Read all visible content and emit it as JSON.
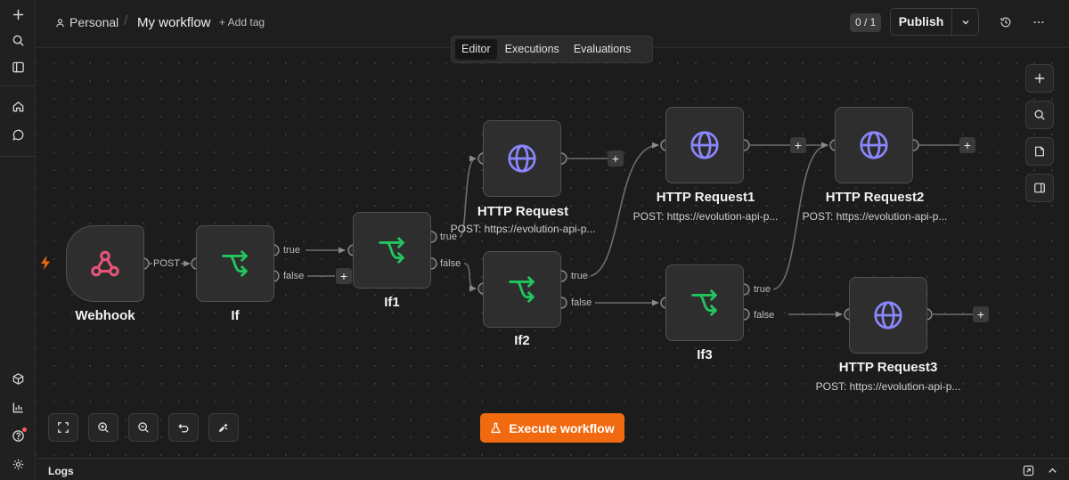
{
  "header": {
    "project": "Personal",
    "workflow_name": "My workflow",
    "add_tag": "+ Add tag",
    "version_counter": "0 / 1",
    "publish_label": "Publish"
  },
  "tabs": [
    "Editor",
    "Executions",
    "Evaluations"
  ],
  "active_tab": "Editor",
  "nodes": {
    "webhook": {
      "title": "Webhook",
      "port_label": "POST"
    },
    "if": {
      "title": "If",
      "true_label": "true",
      "false_label": "false"
    },
    "if1": {
      "title": "If1",
      "true_label": "true",
      "false_label": "false"
    },
    "if2": {
      "title": "If2",
      "true_label": "true",
      "false_label": "false"
    },
    "if3": {
      "title": "If3",
      "true_label": "true",
      "false_label": "false"
    },
    "http": {
      "title": "HTTP Request",
      "subtitle": "POST: https://evolution-api-p..."
    },
    "http1": {
      "title": "HTTP Request1",
      "subtitle": "POST: https://evolution-api-p..."
    },
    "http2": {
      "title": "HTTP Request2",
      "subtitle": "POST: https://evolution-api-p..."
    },
    "http3": {
      "title": "HTTP Request3",
      "subtitle": "POST: https://evolution-api-p..."
    }
  },
  "add_connection_symbol": "+",
  "execute_label": "Execute workflow",
  "logs_label": "Logs",
  "colors": {
    "accent_orange": "#f26a0f",
    "webhook_pink": "#e8557a",
    "if_green": "#22c55e",
    "http_blue": "#8b87ff"
  },
  "icons": {
    "rail": [
      "plus-icon",
      "search-icon",
      "panel-icon",
      "home-icon",
      "chat-icon",
      "templates-icon",
      "insights-icon",
      "help-icon",
      "settings-icon"
    ],
    "right_tools": [
      "plus-icon",
      "search-icon",
      "sticky-note-icon",
      "side-panel-icon"
    ],
    "bottom_tools": [
      "fit-view-icon",
      "zoom-in-icon",
      "zoom-out-icon",
      "undo-icon",
      "tidy-up-icon"
    ]
  }
}
